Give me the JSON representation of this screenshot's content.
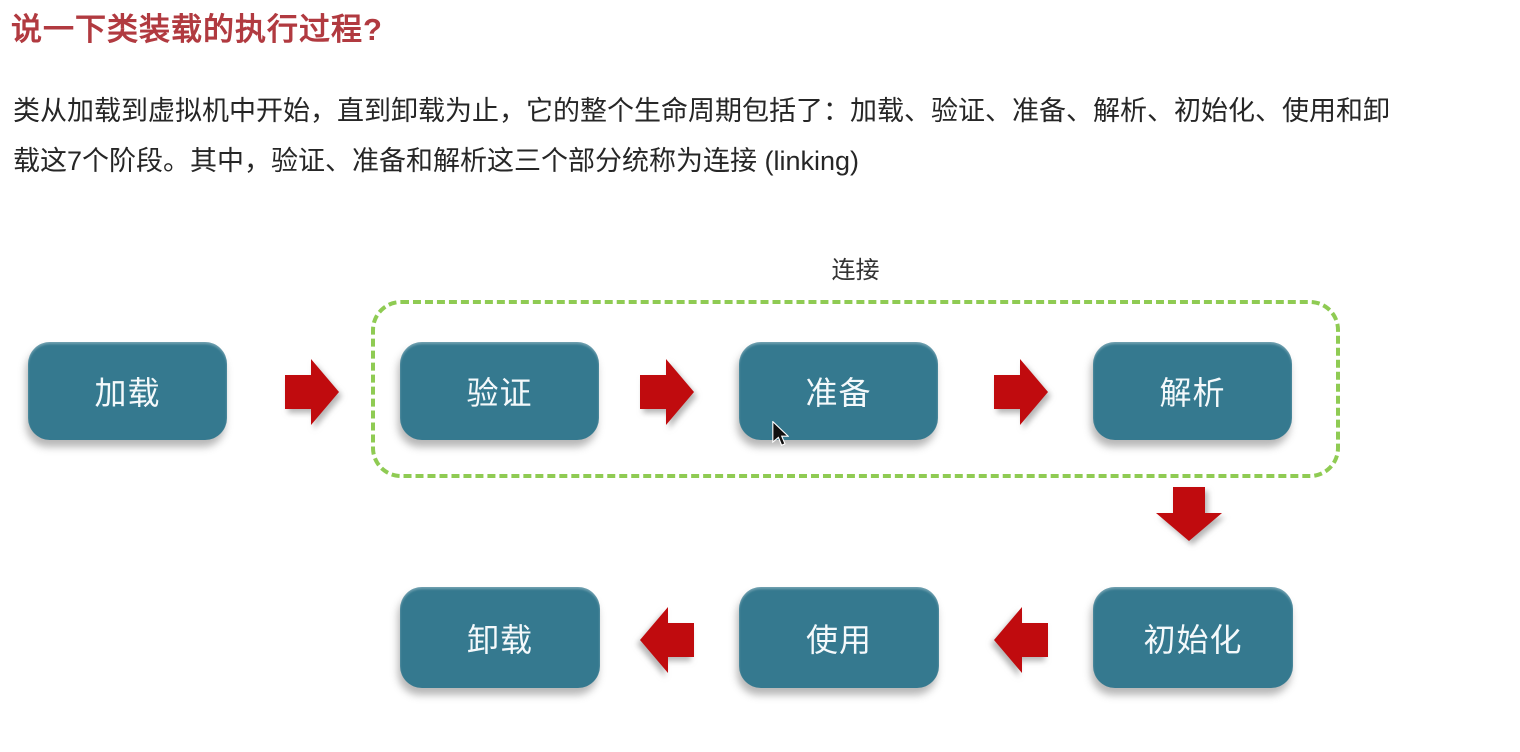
{
  "title": {
    "text": "说一下类装载的执行过程?"
  },
  "paragraph": {
    "lines": [
      "类从加载到虚拟机中开始，直到卸载为止，它的整个生命周期包括了：加载、验证、准备、解析、初始化、使用和卸",
      "载这7个阶段。其中，验证、准备和解析这三个部分统称为连接 (linking)"
    ]
  },
  "diagram": {
    "link_label": "连接",
    "nodes": [
      {
        "id": "load",
        "label": "加载"
      },
      {
        "id": "verify",
        "label": "验证"
      },
      {
        "id": "prepare",
        "label": "准备"
      },
      {
        "id": "resolve",
        "label": "解析"
      },
      {
        "id": "initialize",
        "label": "初始化"
      },
      {
        "id": "use",
        "label": "使用"
      },
      {
        "id": "unload",
        "label": "卸载"
      }
    ],
    "flow": [
      "加载 → 验证",
      "验证 → 准备",
      "准备 → 解析",
      "解析 ↓ 初始化",
      "初始化 → 使用",
      "使用 → 卸载"
    ],
    "icons": {
      "flow_arrow": "block-arrow",
      "cursor": "mouse-pointer"
    }
  },
  "theme": {
    "background": "#ffffff",
    "title_red": "#b13a40",
    "body_text": "#262626",
    "node_fill": "#35798f",
    "node_text": "#f4f9fb",
    "arrow_red": "#c00b0e",
    "link_green": "#8fcb53"
  }
}
